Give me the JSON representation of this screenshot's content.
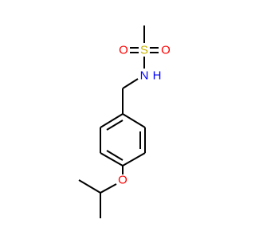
{
  "molecule": {
    "atoms": {
      "sulfur": {
        "label": "S",
        "color": "#C8B400"
      },
      "oxygen_left": {
        "label": "O",
        "color": "#FF0000"
      },
      "oxygen_right": {
        "label": "O",
        "color": "#FF0000"
      },
      "nitrogen": {
        "label": "N",
        "color": "#0000FF"
      },
      "hydrogen": {
        "label": "H",
        "color": "#0000FF"
      },
      "ether_oxygen": {
        "label": "O",
        "color": "#FF0000"
      }
    },
    "bond_color": "#000000"
  }
}
